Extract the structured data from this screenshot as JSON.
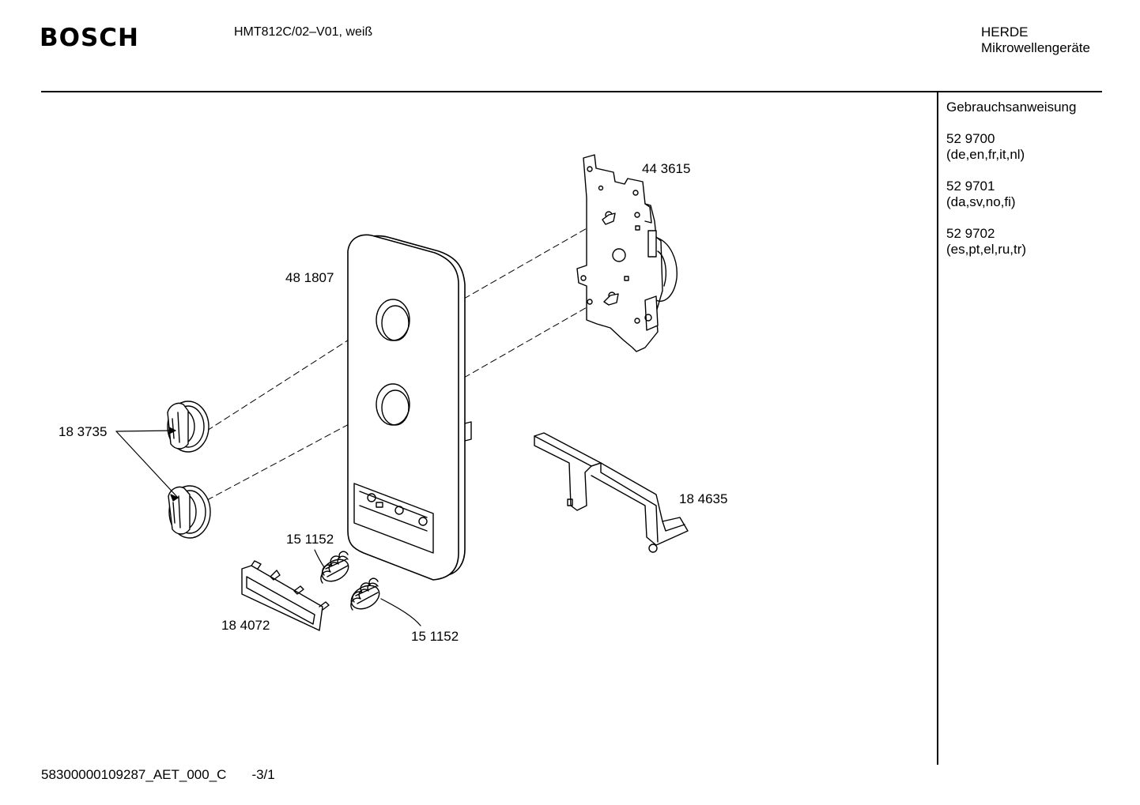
{
  "header": {
    "brand": "BOSCH",
    "model": "HMT812C/02–V01, weiß",
    "category_line1": "HERDE",
    "category_line2": "Mikrowellengeräte"
  },
  "sidebar": {
    "title": "Gebrauchsanweisung",
    "manuals": [
      {
        "number": "52 9700",
        "languages": "(de,en,fr,it,nl)"
      },
      {
        "number": "52 9701",
        "languages": "(da,sv,no,fi)"
      },
      {
        "number": "52 9702",
        "languages": "(es,pt,el,ru,tr)"
      }
    ]
  },
  "parts": {
    "timer_switch": "44 3615",
    "panel": "48 1807",
    "knob": "18 3735",
    "spring_upper": "15 1152",
    "spring_lower": "15 1152",
    "button": "18 4072",
    "bracket": "18 4635"
  },
  "footer": {
    "doc_code": "58300000109287_AET_000_C",
    "page": "-3/1"
  }
}
